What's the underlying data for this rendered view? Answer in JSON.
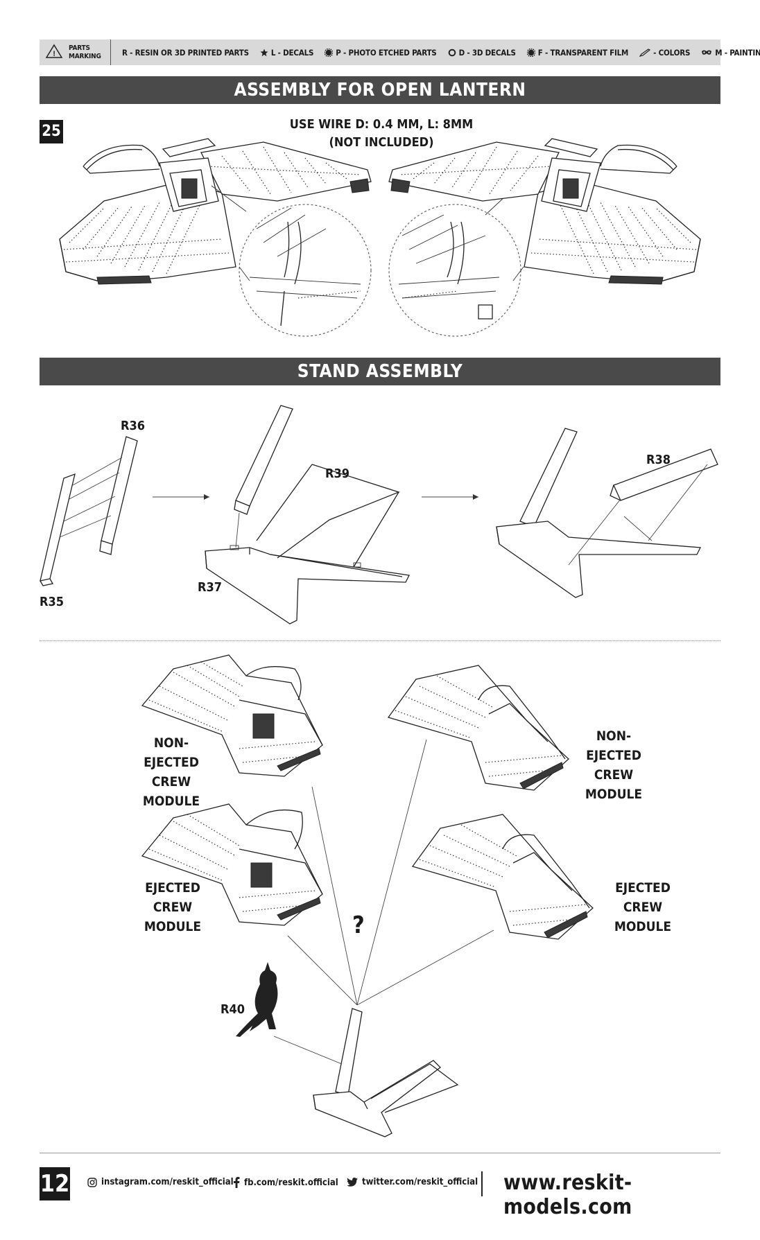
{
  "legend": {
    "warning_label": "PARTS MARKING",
    "items": [
      {
        "icon": "none",
        "text": "R - RESIN OR 3D PRINTED PARTS"
      },
      {
        "icon": "star-icon",
        "text": "L - DECALS"
      },
      {
        "icon": "gear-icon",
        "text": "P - PHOTO ETCHED PARTS"
      },
      {
        "icon": "ring-icon",
        "text": "D - 3D DECALS"
      },
      {
        "icon": "gear-icon",
        "text": "F - TRANSPARENT FILM"
      },
      {
        "icon": "brush-icon",
        "text": "- COLORS"
      },
      {
        "icon": "mask-icon",
        "text": "M - PAINTING MASKS"
      }
    ]
  },
  "sections": {
    "open_lantern": "ASSEMBLY FOR OPEN LANTERN",
    "stand": "STAND ASSEMBLY"
  },
  "step": {
    "number": "25",
    "note_line1": "USE WIRE D: 0.4 MM, L: 8MM",
    "note_line2": "(NOT INCLUDED)"
  },
  "parts": {
    "r35": "R35",
    "r36": "R36",
    "r37": "R37",
    "r38": "R38",
    "r39": "R39",
    "r40": "R40"
  },
  "modules": {
    "top_left": {
      "line1": "NON-EJECTED",
      "line2": "CREW MODULE"
    },
    "top_right": {
      "line1": "NON-EJECTED",
      "line2": "CREW MODULE"
    },
    "bottom_left": {
      "line1": "EJECTED",
      "line2": "CREW MODULE"
    },
    "bottom_right": {
      "line1": "EJECTED",
      "line2": "CREW MODULE"
    },
    "question": "?"
  },
  "footer": {
    "page": "12",
    "instagram": "instagram.com/reskit_official",
    "facebook": "fb.com/reskit.official",
    "twitter": "twitter.com/reskit_official",
    "website": "www.reskit-models.com"
  }
}
